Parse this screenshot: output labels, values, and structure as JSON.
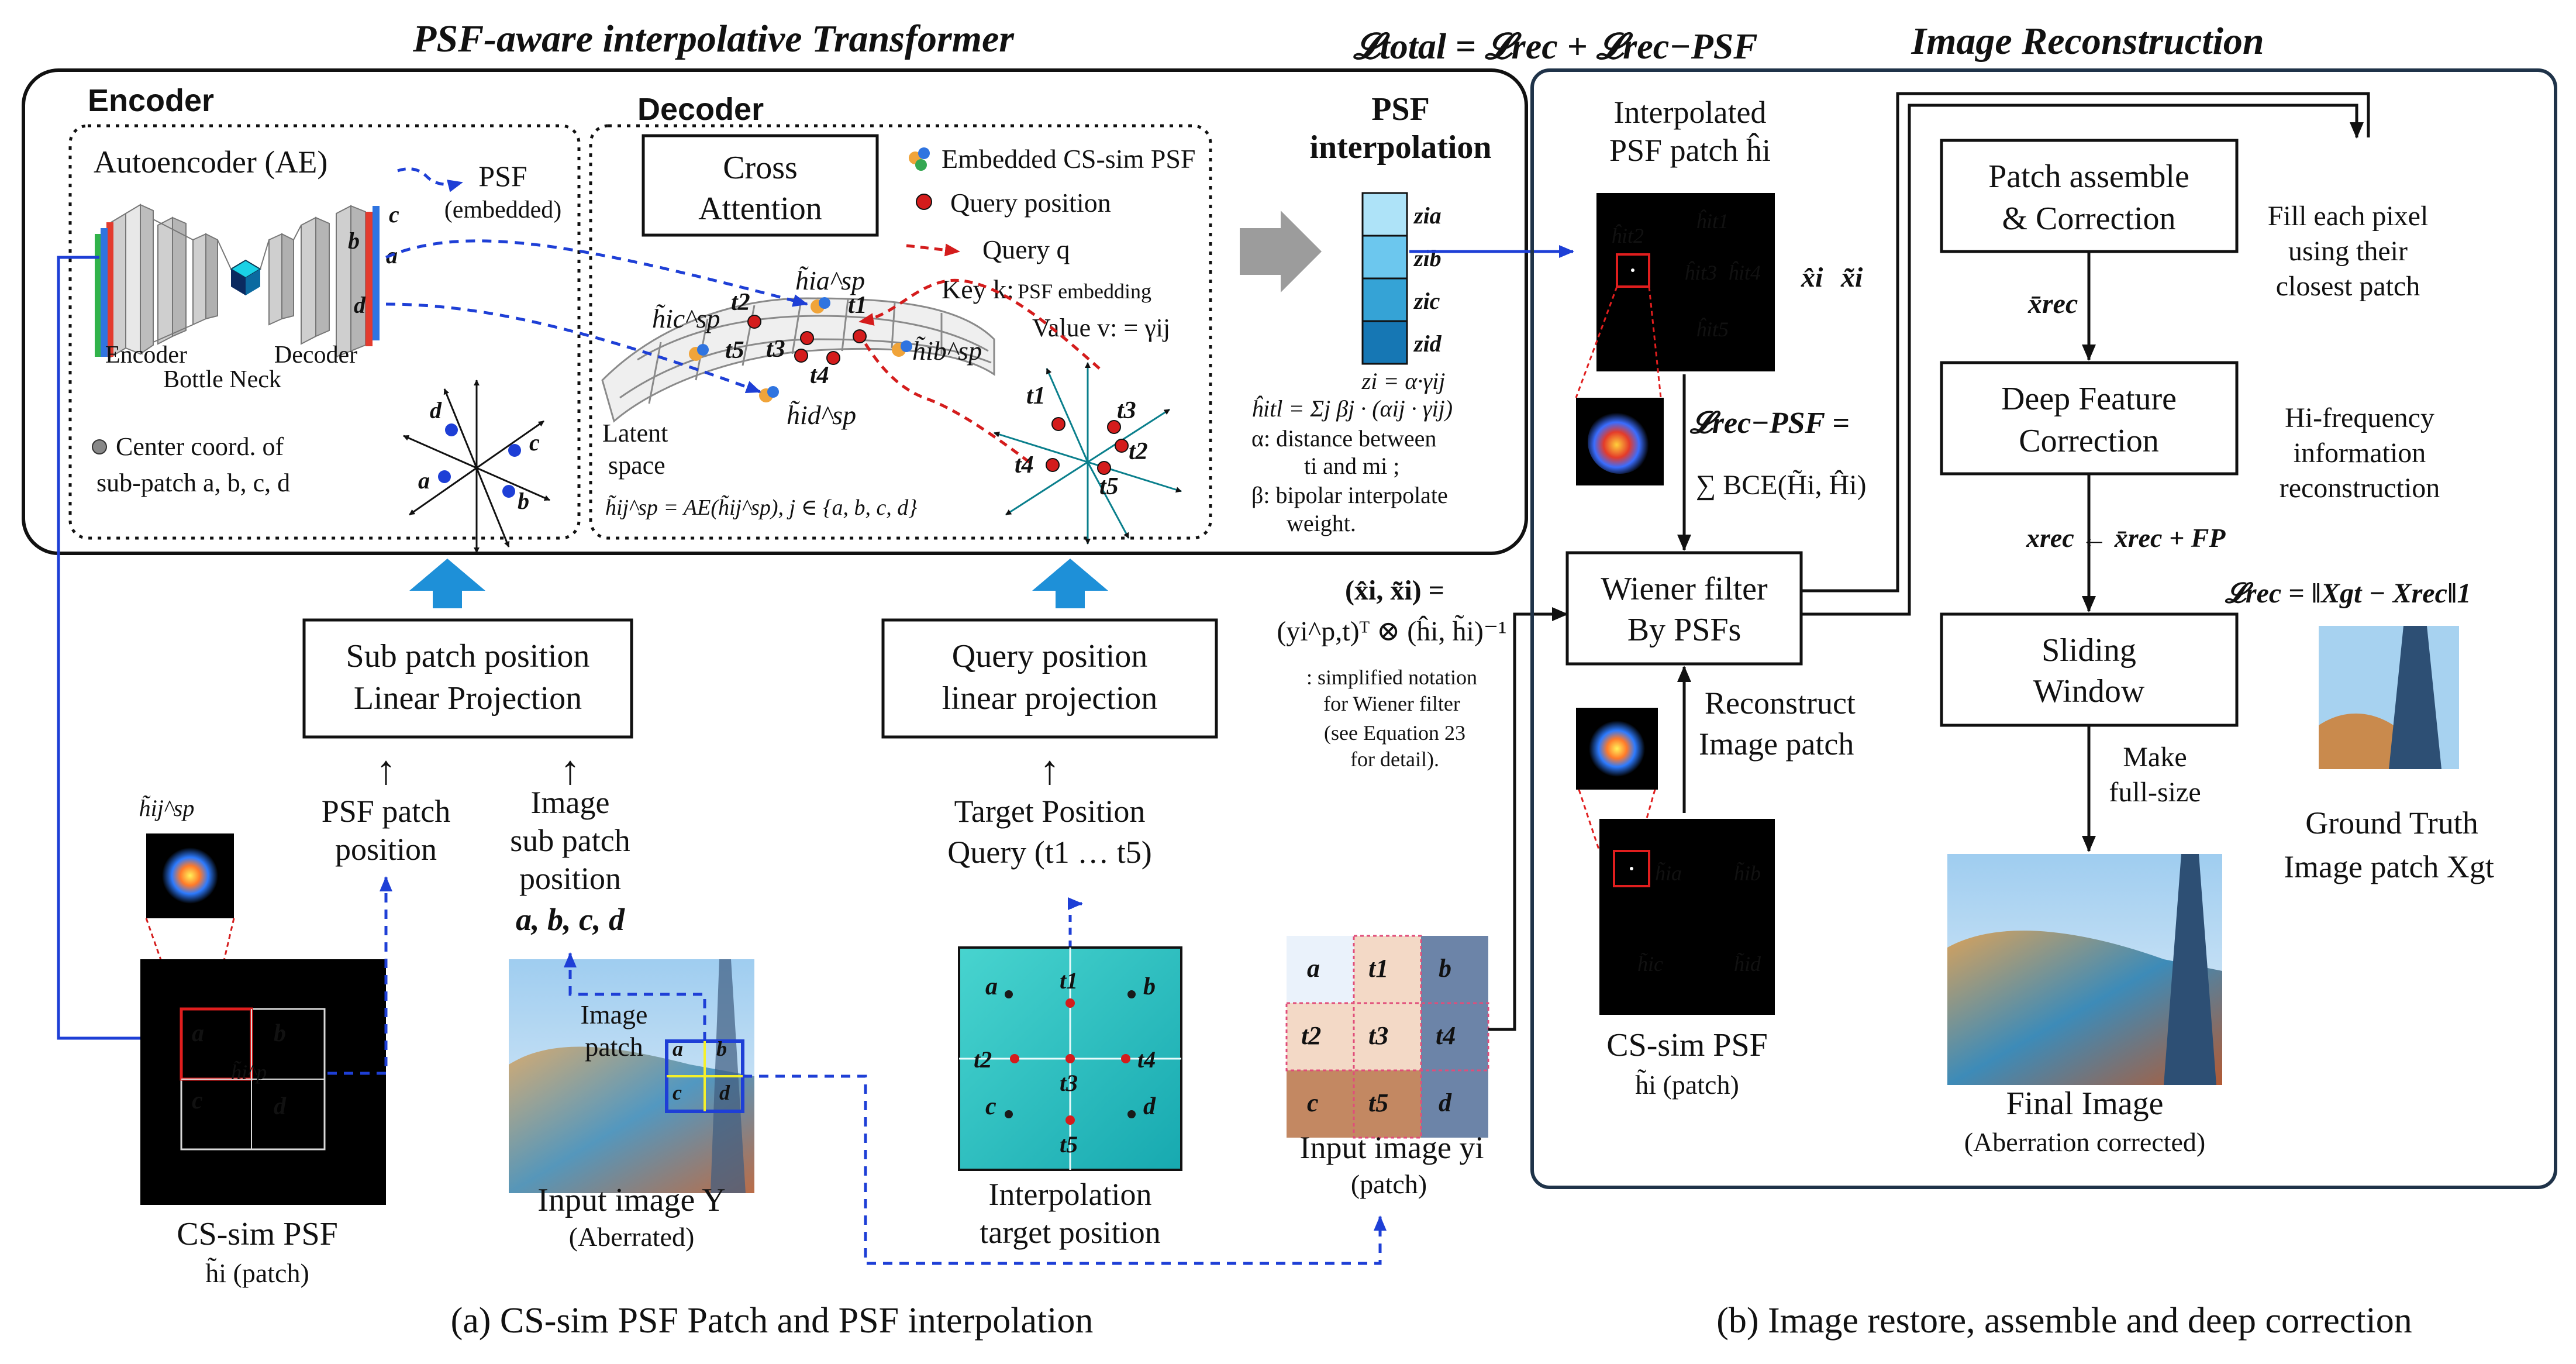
{
  "header": {
    "left_title": "PSF-aware interpolative  Transformer",
    "loss_total": "𝓛total = 𝓛rec + 𝓛rec−PSF",
    "right_title": "Image Reconstruction"
  },
  "encoder": {
    "title": "Encoder",
    "ae_label": "Autoencoder (AE)",
    "psf_label": "PSF",
    "psf_sub": "(embedded)",
    "enc_label": "Encoder",
    "dec_label": "Decoder",
    "bottleneck_label": "Bottle Neck",
    "center_coord_1": "Center coord. of",
    "center_coord_2": "sub-patch a, b, c, d",
    "letters": [
      "a",
      "b",
      "c",
      "d"
    ]
  },
  "decoder": {
    "title": "Decoder",
    "cross_attention_1": "Cross",
    "cross_attention_2": "Attention",
    "legend_psf": "Embedded CS-sim PSF",
    "legend_query_pos": "Query position",
    "legend_query": "Query q",
    "key_prefix": "Key k:",
    "key_value": "PSF embedding",
    "value_label": "Value v: = γij",
    "latent_1": "Latent",
    "latent_2": "space",
    "h_ia": "h̃ia^sp",
    "h_ib": "h̃ib^sp",
    "h_ic": "h̃ic^sp",
    "h_id": "h̃id^sp",
    "eq": "h̃ij^sp = AE(h̃ij^sp), j ∈ {a, b, c, d}",
    "t_labels": [
      "t1",
      "t2",
      "t3",
      "t4",
      "t5"
    ]
  },
  "psf_interp": {
    "title_1": "PSF",
    "title_2": "interpolation",
    "z_labels": [
      "zia",
      "zib",
      "zic",
      "zid"
    ],
    "eq1": "zi = α·γij",
    "eq2": "ĥitl = Σj βj · (αij · γij)",
    "alpha_1": "α: distance between",
    "alpha_2": "ti and mi ;",
    "beta_1": "β: bipolar interpolate",
    "beta_2": "weight."
  },
  "bottom_left": {
    "subpatch_proj_1": "Sub patch position",
    "subpatch_proj_2": "Linear Projection",
    "psf_patch_pos_1": "PSF patch",
    "psf_patch_pos_2": "position",
    "image_sub_1": "Image",
    "image_sub_2": "sub patch",
    "image_sub_3": "position",
    "image_sub_4": "a, b, c, d",
    "h_ij_sp": "h̃ij^sp",
    "cs_sim_psf": "CS-sim PSF",
    "h_i_patch": "h̃i (patch)",
    "h_i_p": "h̃i^p",
    "image_patch_1": "Image",
    "image_patch_2": "patch",
    "input_image": "Input image Y",
    "aberrated": "(Aberrated)",
    "query_proj_1": "Query position",
    "query_proj_2": "linear projection",
    "target_1": "Target Position",
    "target_2": "Query (t1 … t5)",
    "interp_target_1": "Interpolation",
    "interp_target_2": "target position",
    "arrow_up": "↑"
  },
  "wiener_eq": {
    "line1": "(x̂i, x̃i) =",
    "line2": "(yi^p,t)ᵀ ⊗ (ĥi, h̃i)⁻¹",
    "note1": ": simplified notation",
    "note2": "for Wiener filter",
    "note3": "(see Equation 23",
    "note4": "for detail)."
  },
  "input_patch": {
    "label_1": "Input image yi",
    "label_2": "(patch)",
    "cells": [
      "a",
      "t1",
      "b",
      "t2",
      "t3",
      "t4",
      "c",
      "t5",
      "d"
    ]
  },
  "reconstruction": {
    "interp_psf_1": "Interpolated",
    "interp_psf_2": "PSF patch ĥi",
    "psf_tiles": [
      "ĥit2",
      "ĥit1",
      "ĥit3",
      "ĥit4",
      "ĥit5"
    ],
    "loss_psf": "𝓛rec−PSF =",
    "loss_psf_sum": "∑ BCE(H̃i, Ĥi)",
    "wiener_1": "Wiener filter",
    "wiener_2": "By PSFs",
    "recon_patch_1": "Reconstruct",
    "recon_patch_2": "Image patch",
    "cs_sim_psf": "CS-sim PSF",
    "h_i_patch": "h̃i (patch)",
    "cs_tiles": [
      "h̃ia",
      "h̃ib",
      "h̃ic",
      "h̃id"
    ],
    "x_hat": "x̂i",
    "x_tilde": "x̃i",
    "assemble_1": "Patch assemble",
    "assemble_2": "& Correction",
    "fill_1": "Fill each pixel",
    "fill_2": "using their",
    "fill_3": "closest patch",
    "x_rec_bar": "x̄rec",
    "deep_1": "Deep Feature",
    "deep_2": "Correction",
    "hifreq_1": "Hi-frequency",
    "hifreq_2": "information",
    "hifreq_3": "reconstruction",
    "x_rec_eq": "xrec ← x̄rec + FP",
    "loss_rec": "𝓛rec = ‖Xgt − Xrec‖1",
    "sliding_1": "Sliding",
    "sliding_2": "Window",
    "make_1": "Make",
    "make_2": "full-size",
    "gt_1": "Ground Truth",
    "gt_2": "Image patch Xgt",
    "final_1": "Final Image",
    "final_2": "(Aberration corrected)"
  },
  "captions": {
    "a": "(a) CS-sim PSF Patch and PSF interpolation",
    "b": "(b) Image restore, assemble and deep correction"
  },
  "colors": {
    "frame": "#1f3349",
    "arrow_blue": "#1e3fd6",
    "big_arrow": "#1e90d8",
    "red_dot": "#d41c1c",
    "psf_gray": "#9c9c9c",
    "z_block": "#3aa6d8",
    "teal_grid": "#23b7bb"
  }
}
